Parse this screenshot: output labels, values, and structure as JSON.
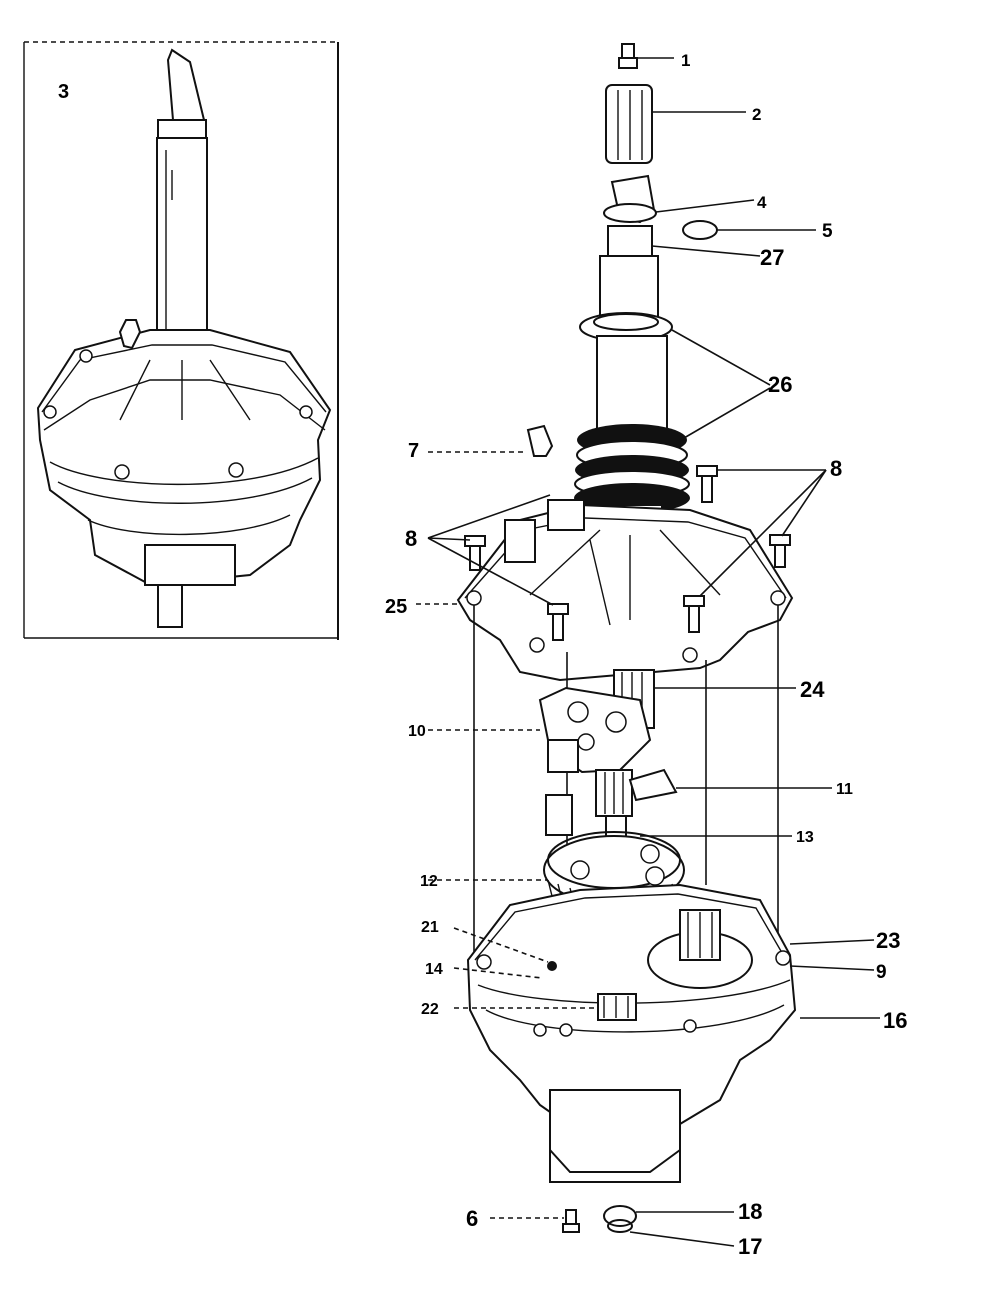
{
  "diagram": {
    "inset_label": "3",
    "part_labels": {
      "p1": "1",
      "p2": "2",
      "p4": "4",
      "p5": "5",
      "p27": "27",
      "p26": "26",
      "p7": "7",
      "p8a": "8",
      "p8b": "8",
      "p25": "25",
      "p24": "24",
      "p10": "10",
      "p11": "11",
      "p13": "13",
      "p12": "12",
      "p21": "21",
      "p23": "23",
      "p14": "14",
      "p9": "9",
      "p22": "22",
      "p16": "16",
      "p6": "6",
      "p18": "18",
      "p17": "17"
    }
  }
}
